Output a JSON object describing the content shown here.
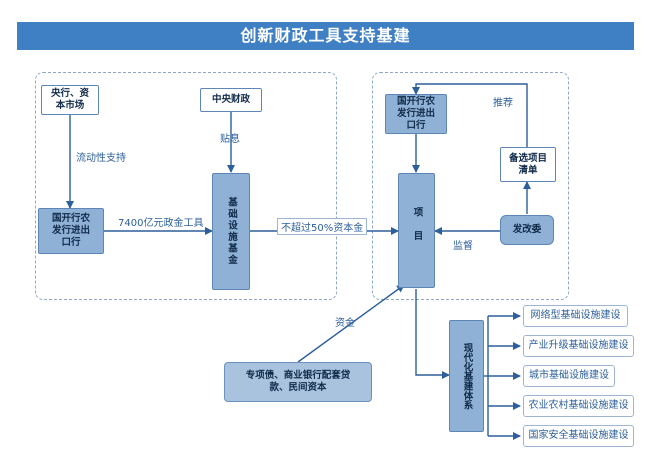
{
  "title": "创新财政工具支持基建",
  "nodes": {
    "central_bank": "央行、资本市场",
    "central_finance": "中央财政",
    "policy_banks": "国开行农发行进出口行",
    "infra_fund": "基础设施基金",
    "project": "项目",
    "reserve_list": "备选项目清单",
    "policy_banks_right": "国开行农发行进出口行",
    "ndrc": "发改委",
    "funding_sources": "专项债、商业银行配套贷款、民间资本",
    "modern_infra": "现代化基建体系"
  },
  "labels": {
    "liquidity": "流动性支持",
    "subsidy": "贴息",
    "tool_amount": "7400亿元政金工具",
    "capital_limit": "不超过50%资本金",
    "recommend": "推荐",
    "supervise": "监督",
    "funds": "资金"
  },
  "outcomes": [
    "网络型基础设施建设",
    "产业升级基础设施建设",
    "城市基础设施建设",
    "农业农村基础设施建设",
    "国家安全基础设施建设"
  ],
  "colors": {
    "title_bg": "#3f7fc4",
    "node_fill": "#8fb1d5",
    "line": "#2d5f9a"
  }
}
